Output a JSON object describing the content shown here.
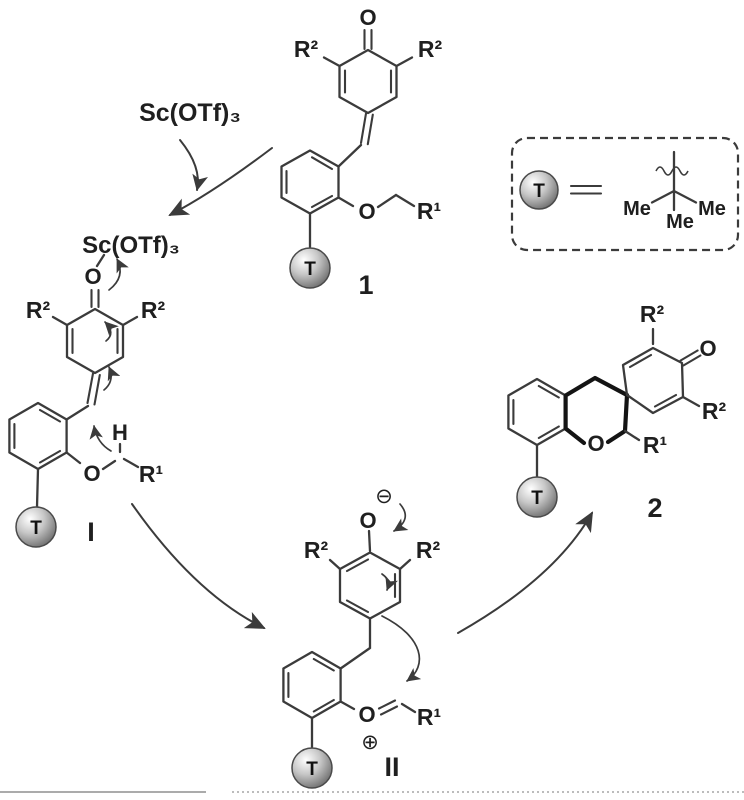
{
  "figure": {
    "type": "reaction-mechanism-scheme",
    "description": "Sc(OTf)3-catalyzed oxa-cyclization of ortho-quinone methide 1 via intermediates I and II to spiro-chromane 2"
  },
  "catalyst": {
    "label": "Sc(OTf)₃"
  },
  "compound1": {
    "o": "O",
    "r2_left": "R²",
    "r2_right": "R²",
    "o_ether": "O",
    "r1": "R¹",
    "t": "T",
    "number": "1"
  },
  "intermediate1": {
    "sc": "Sc(OTf)₃",
    "o": "O",
    "r2_left": "R²",
    "r2_right": "R²",
    "h": "H",
    "o_ether": "O",
    "r1": "R¹",
    "t": "T",
    "label": "I"
  },
  "intermediate2": {
    "charge_minus": "⊖",
    "o_top": "O",
    "r2_left": "R²",
    "r2_right": "R²",
    "o_cation": "O",
    "charge_plus": "⊕",
    "r1": "R¹",
    "t": "T",
    "label": "II"
  },
  "product2": {
    "r2_top": "R²",
    "o_ketone": "O",
    "r2_right": "R²",
    "r1": "R¹",
    "o_ring": "O",
    "t": "T",
    "number": "2"
  },
  "legend": {
    "t": "T",
    "me_left": "Me",
    "me_right": "Me",
    "me_bottom": "Me"
  },
  "colors": {
    "line": "#3b3b3b",
    "text": "#1f1f1f",
    "bold_bond": "#141414"
  }
}
